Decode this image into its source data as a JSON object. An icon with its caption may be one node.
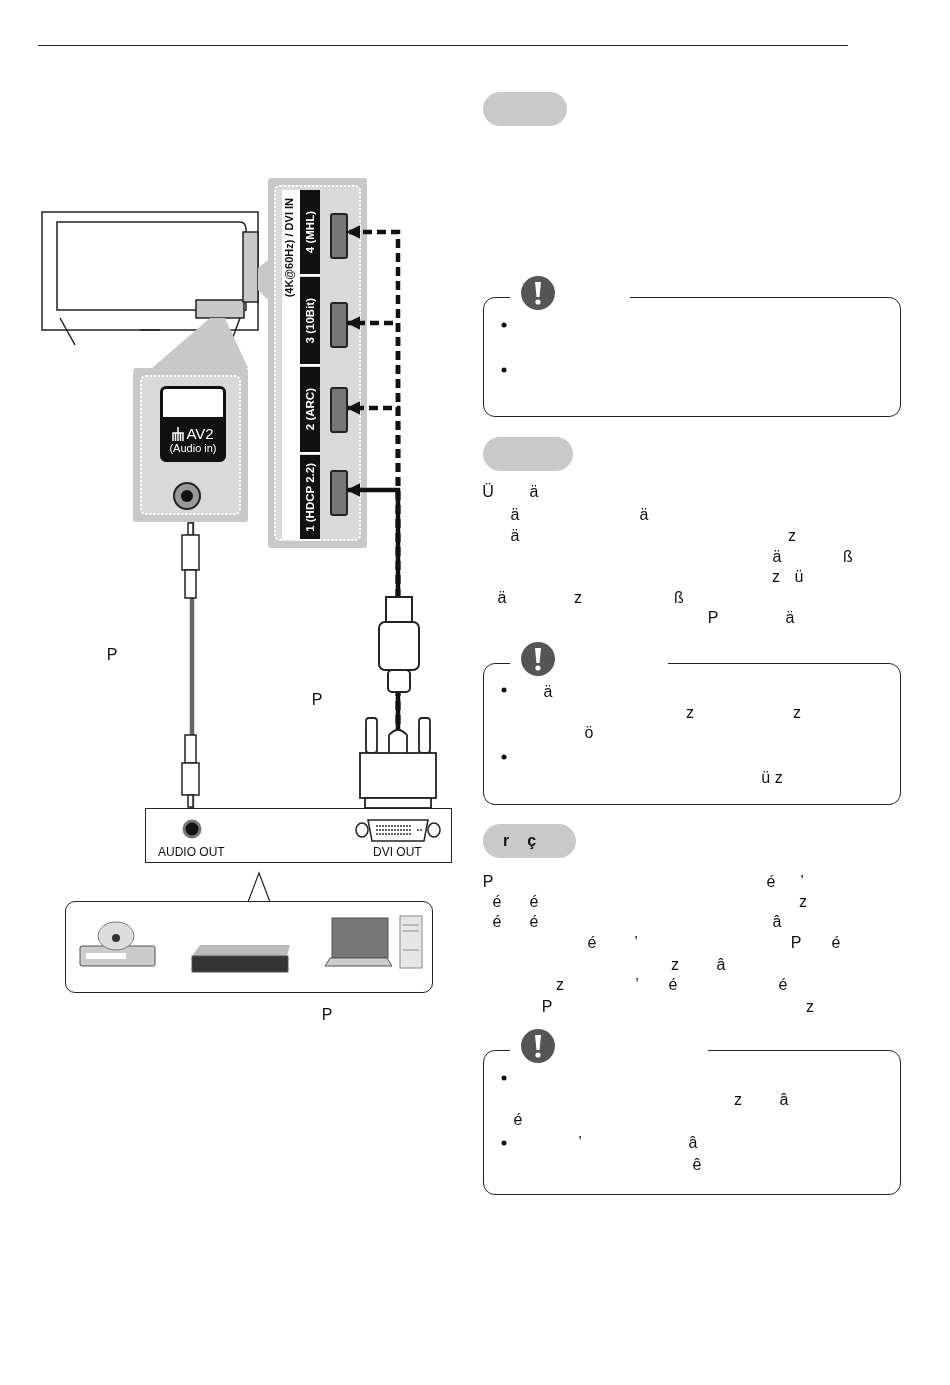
{
  "diagram": {
    "nodes": [
      {
        "text": [
          "(4K@60Hz) / DVI IN"
        ]
      },
      {
        "text": [
          "4 (MHL)"
        ],
        "in": 0
      },
      {
        "text": [
          "3 (10Bit)"
        ],
        "in": 0
      },
      {
        "text": [
          "2 (ARC)"
        ],
        "in": 0
      },
      {
        "text": [
          "1 (HDCP 2.2)"
        ],
        "in": 0
      },
      {
        "text": [],
        "shape": "box",
        "in": 0
      },
      {
        "text": [],
        "shape": "box",
        "in": 0
      },
      {
        "text": [],
        "shape": "box",
        "in": 0
      },
      {
        "text": [],
        "shape": "box",
        "in": 0
      },
      {
        "text": [
          "AV2",
          "(Audio in)"
        ]
      },
      {
        "text": [
          "AUDIO OUT",
          "DVI OUT"
        ]
      },
      {
        "text": [],
        "shape": "picture"
      },
      {
        "text": [],
        "shape": "box"
      },
      {
        "text": [],
        "shape": "box"
      },
      {
        "text": [
          "r",
          "ç"
        ]
      }
    ],
    "edges": [
      {
        "from": 10,
        "to": 9,
        "arrow": "none",
        "color": "#666666"
      },
      {
        "from": 10,
        "to": 5,
        "arrow": "to",
        "style": "dashed"
      },
      {
        "from": 10,
        "to": 6,
        "arrow": "to",
        "style": "dashed"
      },
      {
        "from": 10,
        "to": 7,
        "arrow": "to",
        "style": "dashed"
      },
      {
        "from": 10,
        "to": 8,
        "arrow": "to"
      }
    ],
    "labels": [
      "P",
      "P",
      "P",
      "Ü",
      "ä",
      "ä",
      "ä",
      "ä",
      "z",
      "ä",
      "ß",
      "z",
      "ü",
      "ä",
      "z",
      "ß",
      "P",
      "ä",
      "ä",
      "z",
      "z",
      "ö",
      "ü z",
      "P",
      "é",
      "’",
      "é",
      "é",
      "z",
      "é",
      "é",
      "â",
      "é",
      "’",
      "P",
      "é",
      "z",
      "â",
      "z",
      "’",
      "é",
      "é",
      "P",
      "z",
      "z",
      "â",
      "é",
      "’",
      "â",
      "ê"
    ]
  }
}
